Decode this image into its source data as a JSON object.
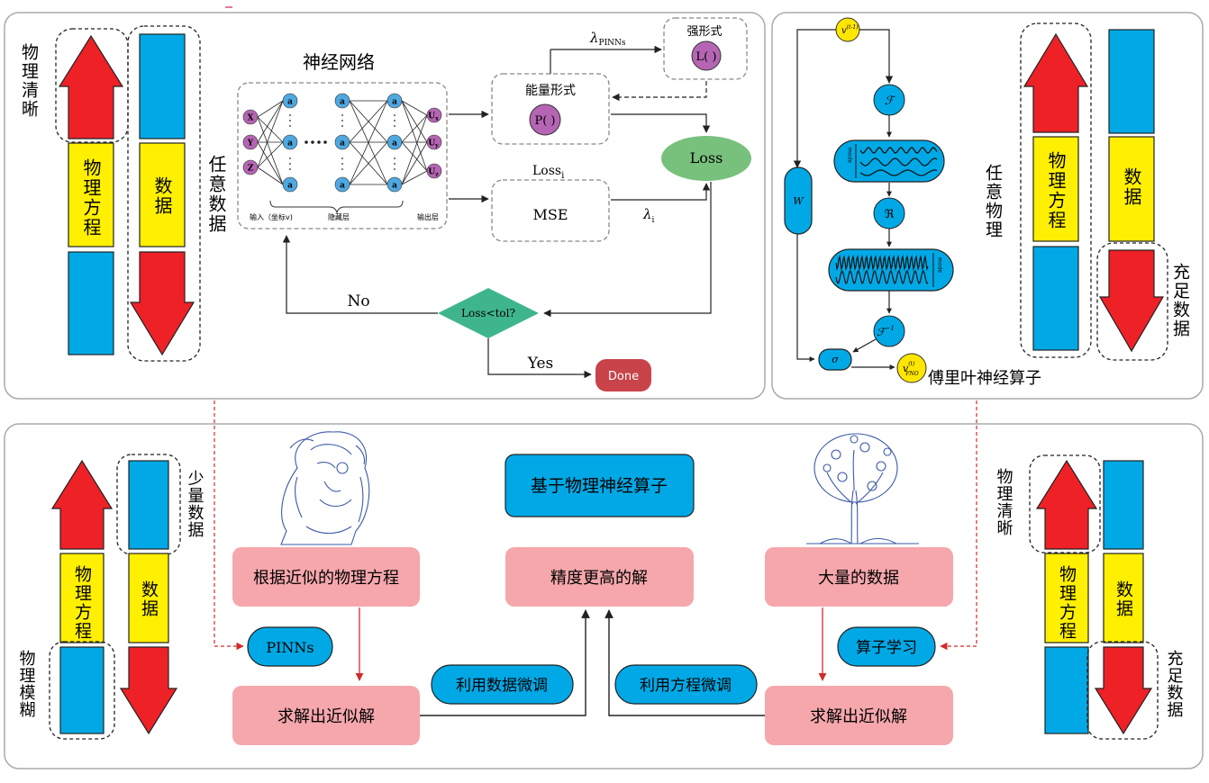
{
  "colors": {
    "arrow_red": "#ee2127",
    "box_blue": "#00a9e6",
    "box_yellow": "#ffef00",
    "node_purple": "#b565b3",
    "node_blue": "#4fa8e0",
    "loss_green": "#77c17c",
    "decision_teal": "#3fb58e",
    "done_red": "#c8444a",
    "pink_box": "#f5a7ab",
    "sigma_yellow": "#ffe600",
    "panel_border": "#aaaaaa"
  },
  "left_panel": {
    "label_physics_clear": "物理清晰",
    "label_physics_eq": "物理方程",
    "label_data": "数据",
    "label_any_data": "任意数据"
  },
  "nn": {
    "title": "神经网络",
    "input_nodes": [
      "X",
      "Y",
      "Z"
    ],
    "hidden_node": "a",
    "output_nodes": [
      "U",
      "U",
      "U"
    ],
    "output_subs": [
      "x",
      "y",
      "z"
    ],
    "label_input": "输入（坐标v)",
    "label_hidden": "隐藏层",
    "label_output": "输出层",
    "energy_title": "能量形式",
    "energy_func": "P( )",
    "strong_title": "强形式",
    "strong_func": "L( )",
    "lambda_pinns": "λ",
    "lambda_pinns_sub": "PINNs",
    "loss_i": "Loss",
    "loss_i_sub": "i",
    "mse": "MSE",
    "lambda_i": "λ",
    "lambda_i_sub": "i",
    "loss": "Loss",
    "decision": "Loss<tol?",
    "no": "No",
    "yes": "Yes",
    "done": "Done"
  },
  "fno": {
    "v_in": "v",
    "v_in_sup": "(t-1)",
    "fourier": "ℱ",
    "real": "ℜ",
    "inv_fourier": "ℱ",
    "inv_sup": "−1",
    "w": "W",
    "sigma": "σ",
    "v_out": "v",
    "v_out_sup": "(t)",
    "v_out_sub": "FNO",
    "mode_label": "mode",
    "any_physics": "任意物理",
    "physics_eq": "物理方程",
    "data": "数据",
    "ample_data": "充足数据",
    "title": "傅里叶神经算子"
  },
  "bottom": {
    "left_few_data": "少量数据",
    "left_physics_eq": "物理方程",
    "left_data": "数据",
    "left_physics_fuzzy": "物理模糊",
    "approx_physics": "根据近似的物理方程",
    "pinns": "PINNs",
    "solve_approx_left": "求解出近似解",
    "finetune_data": "利用数据微调",
    "physics_operator": "基于物理神经算子",
    "higher_precision": "精度更高的解",
    "finetune_eq": "利用方程微调",
    "large_data": "大量的数据",
    "operator_learning": "算子学习",
    "solve_approx_right": "求解出近似解",
    "right_physics_clear": "物理清晰",
    "right_physics_eq": "物理方程",
    "right_data": "数据",
    "right_ample_data": "充足数据"
  }
}
